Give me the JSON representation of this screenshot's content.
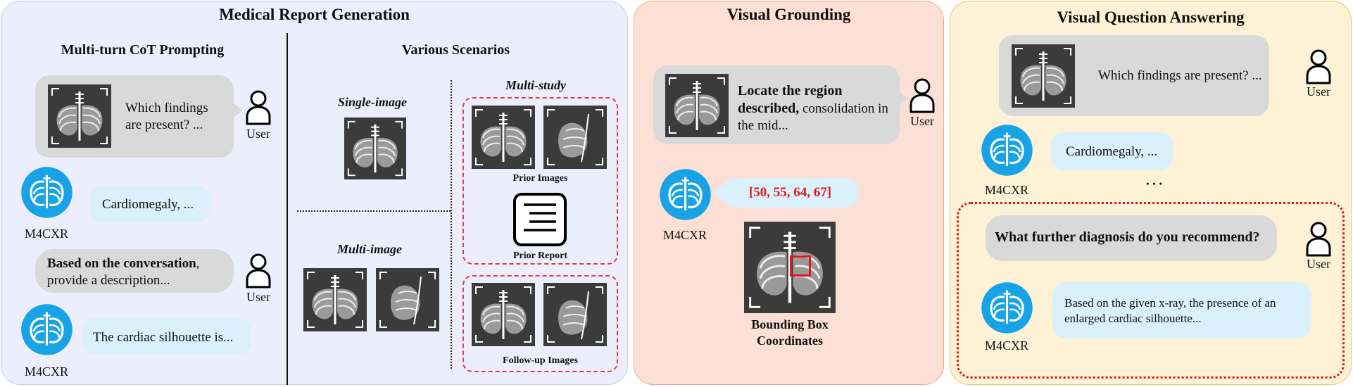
{
  "mrg": {
    "title": "Medical Report Generation",
    "cot_title": "Multi-turn CoT Prompting",
    "scen_title": "Various Scenarios",
    "q1": "Which findings are present? ...",
    "user": "User",
    "a1": "Cardiomegaly, ...",
    "model": "M4CXR",
    "q2_bold": "Based on the conversation",
    "q2_rest": ", provide a description...",
    "a2": "The cardiac silhouette is...",
    "single": "Single-image",
    "multi_image": "Multi-image",
    "multi_study": "Multi-study",
    "prior_images": "Prior Images",
    "prior_report": "Prior Report",
    "followup": "Follow-up Images"
  },
  "vg": {
    "title": "Visual Grounding",
    "q_bold": "Locate the region described,",
    "q_rest": " consolidation in the mid...",
    "user": "User",
    "model": "M4CXR",
    "coords": "[50, 55, 64, 67]",
    "bbox_label_1": "Bounding Box",
    "bbox_label_2": "Coordinates"
  },
  "vqa": {
    "title": "Visual Question Answering",
    "q1": "Which findings are present? ...",
    "user": "User",
    "a1": "Cardiomegaly, ...",
    "model": "M4CXR",
    "ellipsis": "• • •",
    "q2": "What further diagnosis do you recommend?",
    "a2": "Based on the given x-ray, the presence of an enlarged cardiac silhouette..."
  },
  "colors": {
    "accent_red": "#e01818",
    "logo_blue": "#17a3e6",
    "mrg_bg": "#eceefd",
    "vg_bg": "#fde0d5",
    "vqa_bg": "#fdf2d6"
  }
}
